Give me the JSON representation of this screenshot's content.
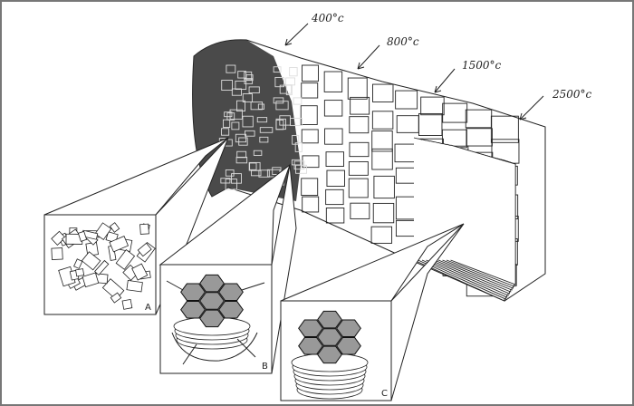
{
  "figure": {
    "temperature_labels": [
      {
        "text": "400°c"
      },
      {
        "text": "800°c"
      },
      {
        "text": "1500°c"
      },
      {
        "text": "2500°c"
      }
    ],
    "inset_labels": [
      "A",
      "B",
      "C"
    ]
  }
}
